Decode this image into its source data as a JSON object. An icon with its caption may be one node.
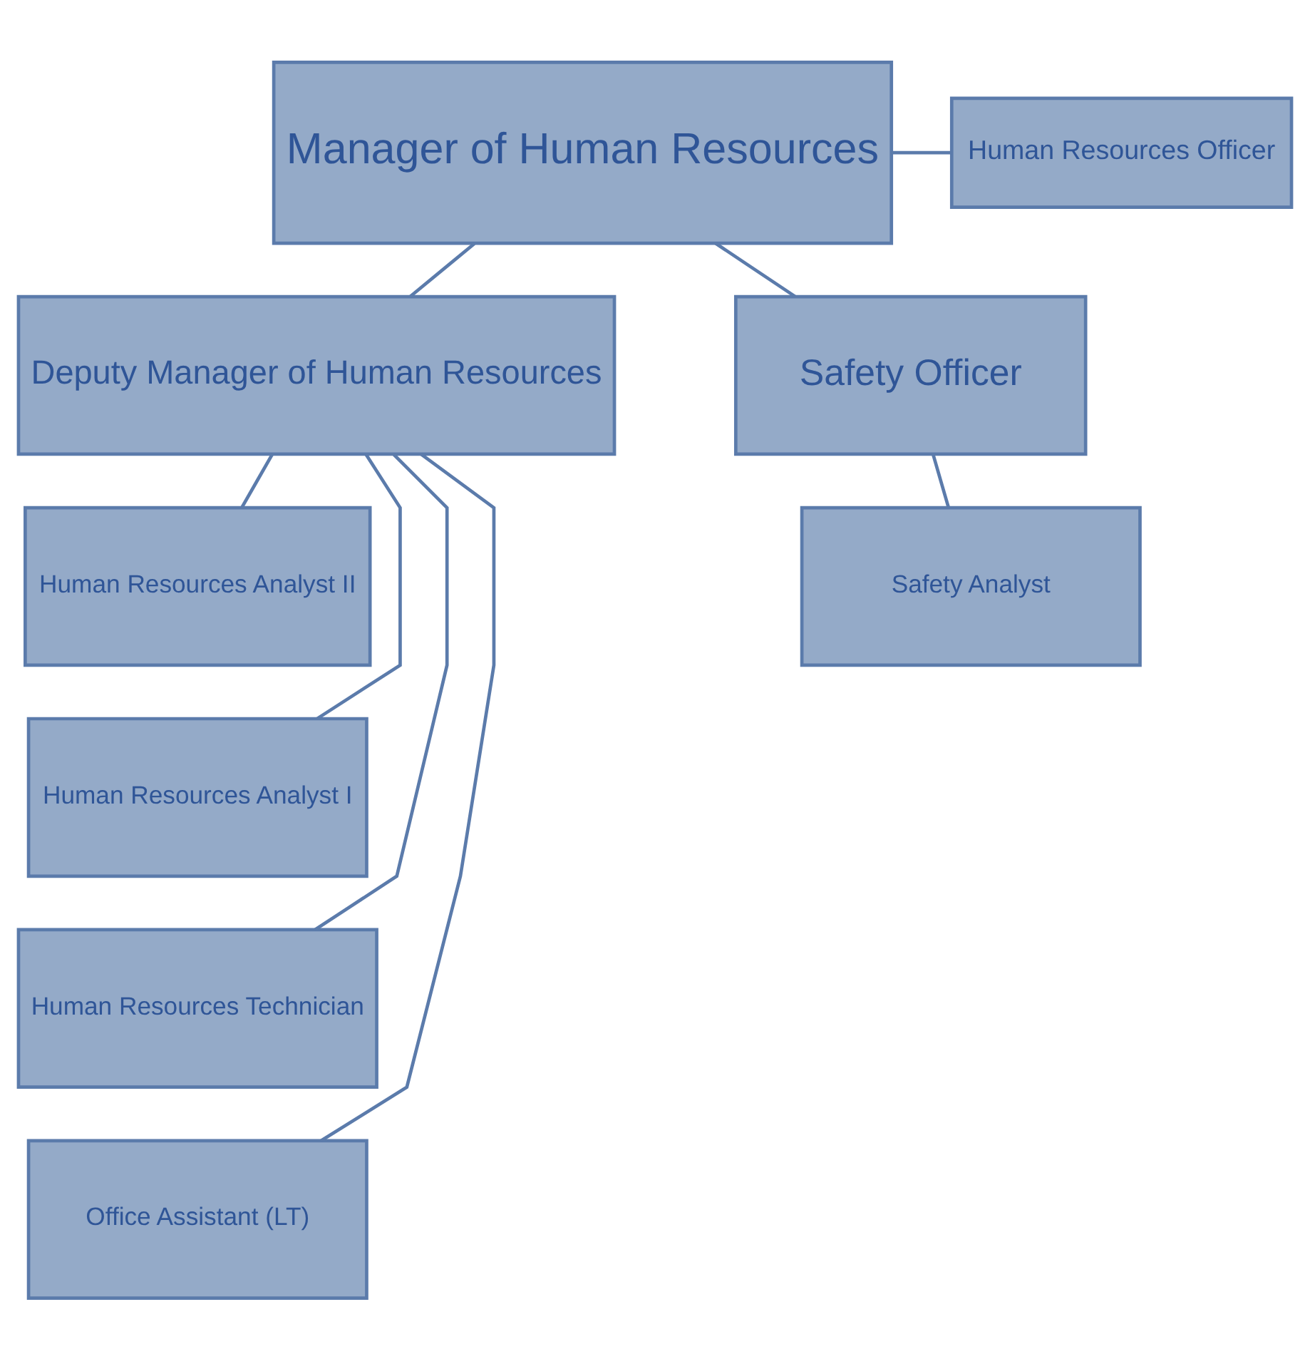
{
  "diagram": {
    "nodes": [
      {
        "text": [
          "Manager of Human Resources"
        ]
      },
      {
        "text": [
          "Human Resources Officer"
        ]
      },
      {
        "text": [
          "Deputy Manager of Human Resources"
        ]
      },
      {
        "text": [
          "Safety Officer"
        ]
      },
      {
        "text": [
          "Human Resources Analyst II"
        ]
      },
      {
        "text": [
          "Human Resources Analyst I"
        ]
      },
      {
        "text": [
          "Human Resources Technician"
        ]
      },
      {
        "text": [
          "Office Assistant (LT)"
        ]
      },
      {
        "text": [
          "Safety Analyst"
        ]
      }
    ],
    "edges": [
      {
        "from": 0,
        "to": 1,
        "arrow": "none"
      },
      {
        "from": 0,
        "to": 2,
        "arrow": "none"
      },
      {
        "from": 0,
        "to": 3,
        "arrow": "none"
      },
      {
        "from": 2,
        "to": 4,
        "arrow": "none"
      },
      {
        "from": 2,
        "to": 5,
        "arrow": "none"
      },
      {
        "from": 2,
        "to": 6,
        "arrow": "none"
      },
      {
        "from": 2,
        "to": 7,
        "arrow": "none"
      },
      {
        "from": 3,
        "to": 8,
        "arrow": "none"
      }
    ]
  }
}
